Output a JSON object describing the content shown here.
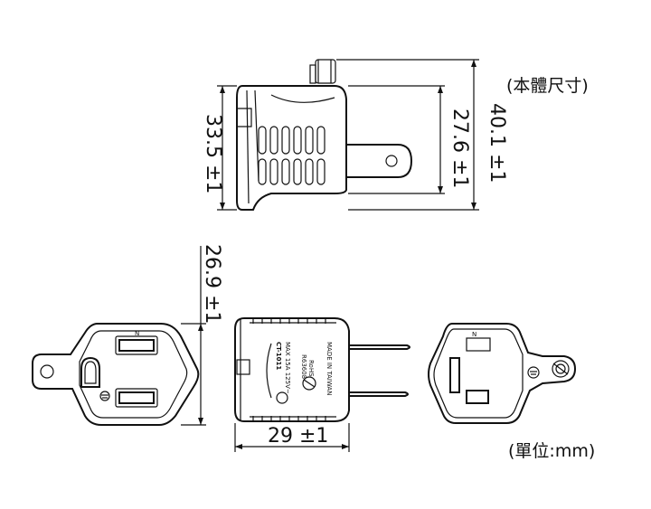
{
  "labels": {
    "dimensions_note": "(本體尺寸)",
    "units_note": "(單位:mm)"
  },
  "dimensions": {
    "height_total": "40.1 ±1",
    "height_blade": "27.6 ±1",
    "height_body": "33.5 ±1",
    "depth": "26.9 ±1",
    "width": "29 ±1"
  },
  "markings": {
    "model": "CT-1011",
    "rating": "MAX 15A 125V~",
    "standards": "R63608",
    "rohs": "RoHS",
    "origin": "MADE IN TAIWAN"
  },
  "socket_symbol": "N"
}
